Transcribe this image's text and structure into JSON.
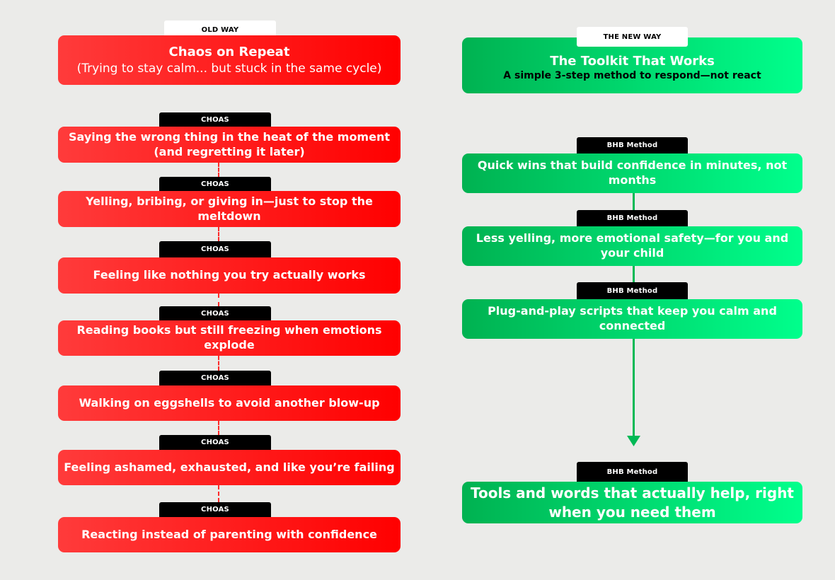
{
  "old_way": {
    "tag": "OLD WAY",
    "title": "Chaos on Repeat",
    "subtitle": "(Trying to stay calm... but stuck in the same cycle)",
    "step_tag": "CHOAS",
    "items": [
      {
        "line1": "Saying the wrong thing in the heat of the moment",
        "line2": "(and regretting it later)"
      },
      {
        "line1": "Yelling, bribing, or giving in—just to stop the meltdown"
      },
      {
        "line1": "Feeling like nothing you try actually works"
      },
      {
        "line1": "Reading books but still freezing when emotions explode"
      },
      {
        "line1": "Walking on eggshells to avoid another blow-up"
      },
      {
        "line1": "Feeling ashamed, exhausted, and like you’re failing"
      },
      {
        "line1": "Reacting instead of parenting with confidence"
      }
    ],
    "colors": {
      "start": "#ff3b3b",
      "end": "#ff0000"
    }
  },
  "new_way": {
    "tag": "THE NEW WAY",
    "title": "The Toolkit That Works",
    "subtitle": "A simple 3-step method to respond—not react",
    "step_tag": "BHB Method",
    "items": [
      {
        "line1": "Quick wins that build confidence in minutes, not months"
      },
      {
        "line1": "Less yelling, more emotional safety—for you and your child"
      },
      {
        "line1": "Plug-and-play scripts that keep you calm and connected"
      }
    ],
    "result": {
      "line1": "Tools and words that actually help, right",
      "line2": "when you need them"
    },
    "colors": {
      "start": "#00b251",
      "end": "#00ff8c"
    }
  }
}
